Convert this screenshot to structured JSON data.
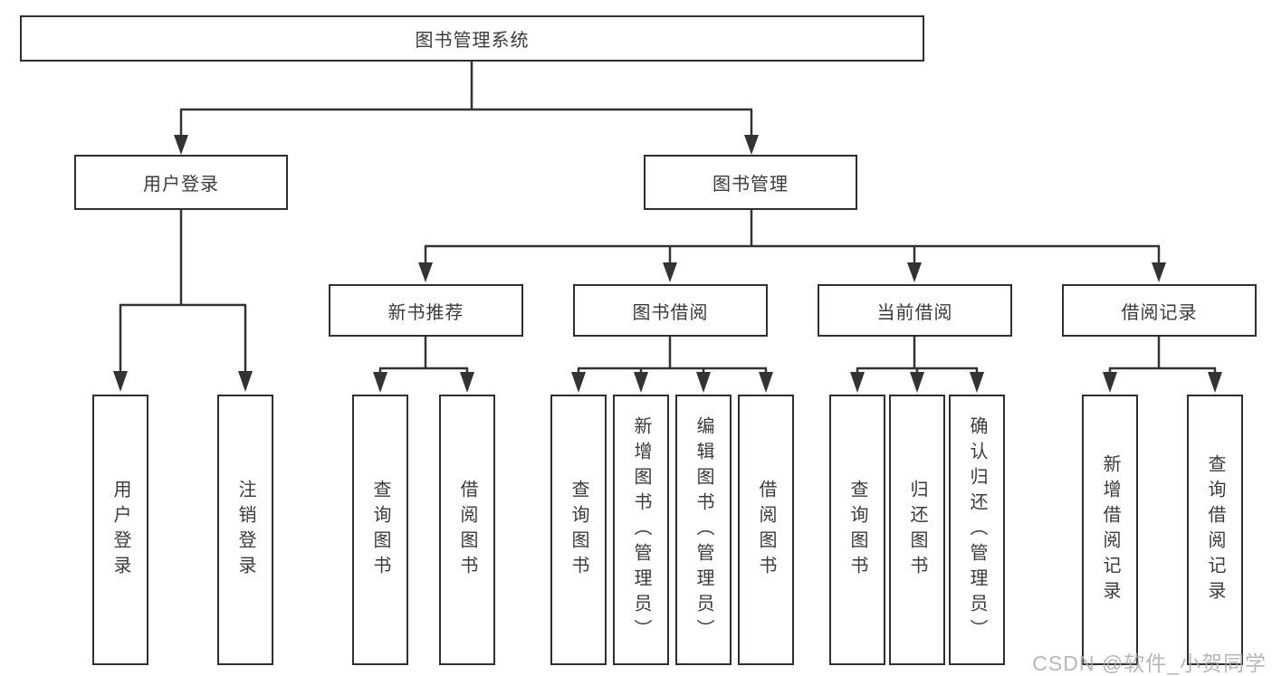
{
  "tree": {
    "root_label": "图书管理系统",
    "user_login": {
      "label": "用户登录",
      "children": [
        {
          "label": "用户登录"
        },
        {
          "label": "注销登录"
        }
      ]
    },
    "book_management": {
      "label": "图书管理",
      "sections": [
        {
          "label": "新书推荐",
          "children": [
            {
              "label": "查询图书"
            },
            {
              "label": "借阅图书"
            }
          ]
        },
        {
          "label": "图书借阅",
          "children": [
            {
              "label": "查询图书"
            },
            {
              "label": "新增图书（管理员）"
            },
            {
              "label": "编辑图书（管理员）"
            },
            {
              "label": "借阅图书"
            }
          ]
        },
        {
          "label": "当前借阅",
          "children": [
            {
              "label": "查询图书"
            },
            {
              "label": "归还图书"
            },
            {
              "label": "确认归还（管理员）"
            }
          ]
        },
        {
          "label": "借阅记录",
          "children": [
            {
              "label": "新增借阅记录"
            },
            {
              "label": "查询借阅记录"
            }
          ]
        }
      ]
    }
  },
  "watermark": "CSDN @软件_小贺同学",
  "colors": {
    "line": "#333333",
    "box_border": "#2f2f2f",
    "text": "#3b3b3b",
    "watermark": "#aaaaaa",
    "background": "#ffffff"
  }
}
